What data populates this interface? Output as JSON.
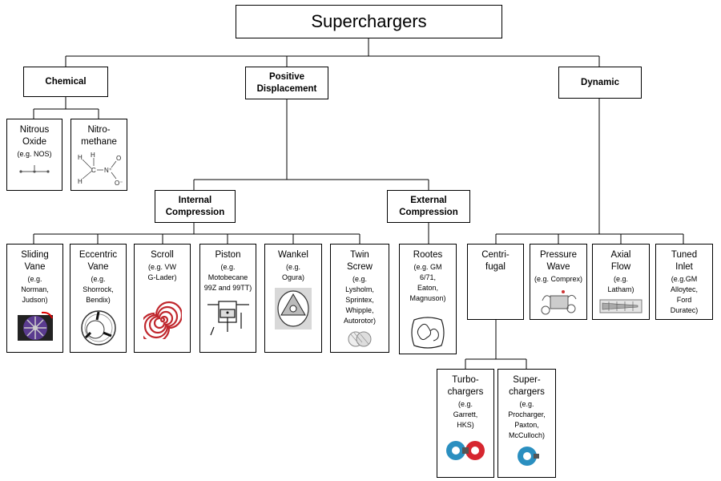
{
  "diagram": {
    "title": "Superchargers",
    "chemical": {
      "label": "Chemical",
      "nitrous": {
        "line1": "Nitrous",
        "line2": "Oxide",
        "example": "(e.g. NOS)"
      },
      "nitromethane": {
        "line1": "Nitro-",
        "line2": "methane",
        "atom_h1": "H",
        "atom_h2": "H",
        "atom_h3": "H",
        "atom_c": "C",
        "atom_n": "N⁺",
        "atom_o1": "O",
        "atom_o2": "O⁻"
      }
    },
    "positive": {
      "label_line1": "Positive",
      "label_line2": "Displacement",
      "internal": {
        "label_line1": "Internal",
        "label_line2": "Compression",
        "sliding_vane": {
          "line1": "Sliding",
          "line2": "Vane",
          "ex1": "(e.g.",
          "ex2": "Norman,",
          "ex3": "Judson)"
        },
        "eccentric_vane": {
          "line1": "Eccentric",
          "line2": "Vane",
          "ex1": "(e.g.",
          "ex2": "Shorrock,",
          "ex3": "Bendix)"
        },
        "scroll": {
          "line1": "Scroll",
          "ex1": "(e.g. VW",
          "ex2": "G-Lader)"
        },
        "piston": {
          "line1": "Piston",
          "ex1": "(e.g.",
          "ex2": "Motobecane",
          "ex3": "99Z and 99TT)"
        },
        "wankel": {
          "line1": "Wankel",
          "ex1": "(e.g.",
          "ex2": "Ogura)"
        },
        "twin_screw": {
          "line1": "Twin",
          "line2": "Screw",
          "ex1": "(e.g.",
          "ex2": "Lysholm,",
          "ex3": "Sprintex,",
          "ex4": "Whipple,",
          "ex5": "Autorotor)"
        }
      },
      "external": {
        "label_line1": "External",
        "label_line2": "Compression",
        "rootes": {
          "line1": "Rootes",
          "ex1": "(e.g. GM",
          "ex2": "6/71,",
          "ex3": "Eaton,",
          "ex4": "Magnuson)"
        }
      }
    },
    "dynamic": {
      "label": "Dynamic",
      "centrifugal": {
        "line1": "Centri-",
        "line2": "fugal",
        "turbo": {
          "line1": "Turbo-",
          "line2": "chargers",
          "ex1": "(e.g.",
          "ex2": "Garrett,",
          "ex3": "HKS)"
        },
        "super": {
          "line1": "Super-",
          "line2": "chargers",
          "ex1": "(e.g.",
          "ex2": "Procharger,",
          "ex3": "Paxton,",
          "ex4": "McCulloch)"
        }
      },
      "pressure_wave": {
        "line1": "Pressure",
        "line2": "Wave",
        "ex1": "(e.g. Comprex)"
      },
      "axial_flow": {
        "line1": "Axial",
        "line2": "Flow",
        "ex1": "(e.g.",
        "ex2": "Latham)"
      },
      "tuned_inlet": {
        "line1": "Tuned",
        "line2": "Inlet",
        "ex1": "(e.g.GM",
        "ex2": "Alloytec,",
        "ex3": "Ford",
        "ex4": "Duratec)"
      }
    }
  },
  "colors": {
    "line": "#000000",
    "rotor_purple": "#5a3b8f",
    "scroll_red": "#c0272d",
    "turbo_blue": "#2a8fc0",
    "turbo_red": "#d6262f"
  }
}
